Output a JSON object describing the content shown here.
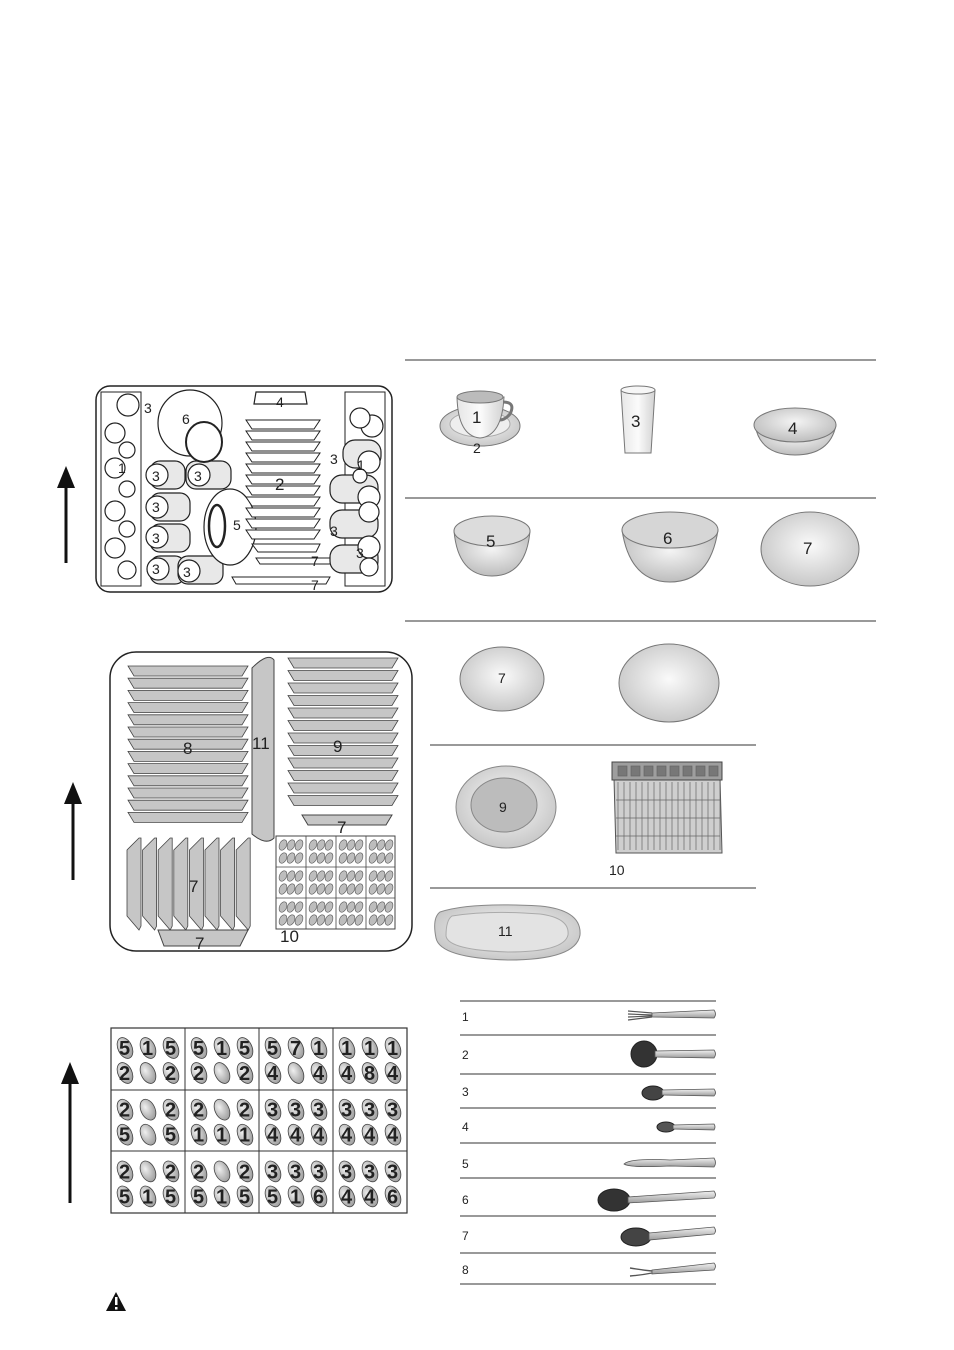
{
  "upper_basket": {
    "labels": [
      "3",
      "6",
      "4",
      "1",
      "3",
      "3",
      "2",
      "3",
      "3",
      "3",
      "5",
      "3",
      "3",
      "3",
      "1",
      "3",
      "7",
      "7"
    ]
  },
  "items_top": [
    {
      "number": "1",
      "sub": "2",
      "icon": "cup-and-saucer-icon"
    },
    {
      "number": "3",
      "icon": "glass-icon"
    },
    {
      "number": "4",
      "icon": "small-bowl-icon"
    },
    {
      "number": "5",
      "icon": "bowl-icon"
    },
    {
      "number": "6",
      "icon": "large-bowl-icon"
    },
    {
      "number": "7",
      "icon": "plate-icon"
    }
  ],
  "lower_basket": {
    "labels": [
      "8",
      "11",
      "9",
      "7",
      "7",
      "7",
      "10"
    ]
  },
  "items_bottom": [
    {
      "number": "7",
      "icon": "dessert-plate-icon"
    },
    {
      "number": "",
      "icon": "dinner-plate-icon"
    },
    {
      "number": "9",
      "icon": "soup-plate-icon"
    },
    {
      "number": "10",
      "icon": "cutlery-basket-icon"
    },
    {
      "number": "11",
      "icon": "oval-platter-icon"
    }
  ],
  "cutlery_grid": {
    "rows": [
      [
        [
          "5",
          "1",
          "5",
          "2",
          "",
          "2"
        ],
        [
          "5",
          "1",
          "5",
          "2",
          "",
          "2"
        ],
        [
          "5",
          "7",
          "1",
          "4",
          "",
          "4"
        ],
        [
          "1",
          "1",
          "1",
          "4",
          "8",
          "4"
        ]
      ],
      [
        [
          "2",
          "",
          "2",
          "5",
          "",
          "5"
        ],
        [
          "2",
          "",
          "2",
          "1",
          "1",
          "1"
        ],
        [
          "3",
          "3",
          "3",
          "4",
          "4",
          "4"
        ],
        [
          "3",
          "3",
          "3",
          "4",
          "4",
          "4"
        ]
      ],
      [
        [
          "2",
          "",
          "2",
          "5",
          "1",
          "5"
        ],
        [
          "2",
          "",
          "2",
          "5",
          "1",
          "5"
        ],
        [
          "3",
          "3",
          "3",
          "5",
          "1",
          "6"
        ],
        [
          "3",
          "3",
          "3",
          "4",
          "4",
          "6"
        ]
      ]
    ]
  },
  "cutlery_legend": [
    {
      "number": "1",
      "icon": "fork-icon"
    },
    {
      "number": "2",
      "icon": "ladle-icon"
    },
    {
      "number": "3",
      "icon": "soup-spoon-icon"
    },
    {
      "number": "4",
      "icon": "teaspoon-icon"
    },
    {
      "number": "5",
      "icon": "knife-icon"
    },
    {
      "number": "6",
      "icon": "serving-spoon-icon"
    },
    {
      "number": "7",
      "icon": "dessert-spoon-icon"
    },
    {
      "number": "8",
      "icon": "serving-fork-icon"
    }
  ],
  "warning": {
    "icon": "warning-icon"
  }
}
